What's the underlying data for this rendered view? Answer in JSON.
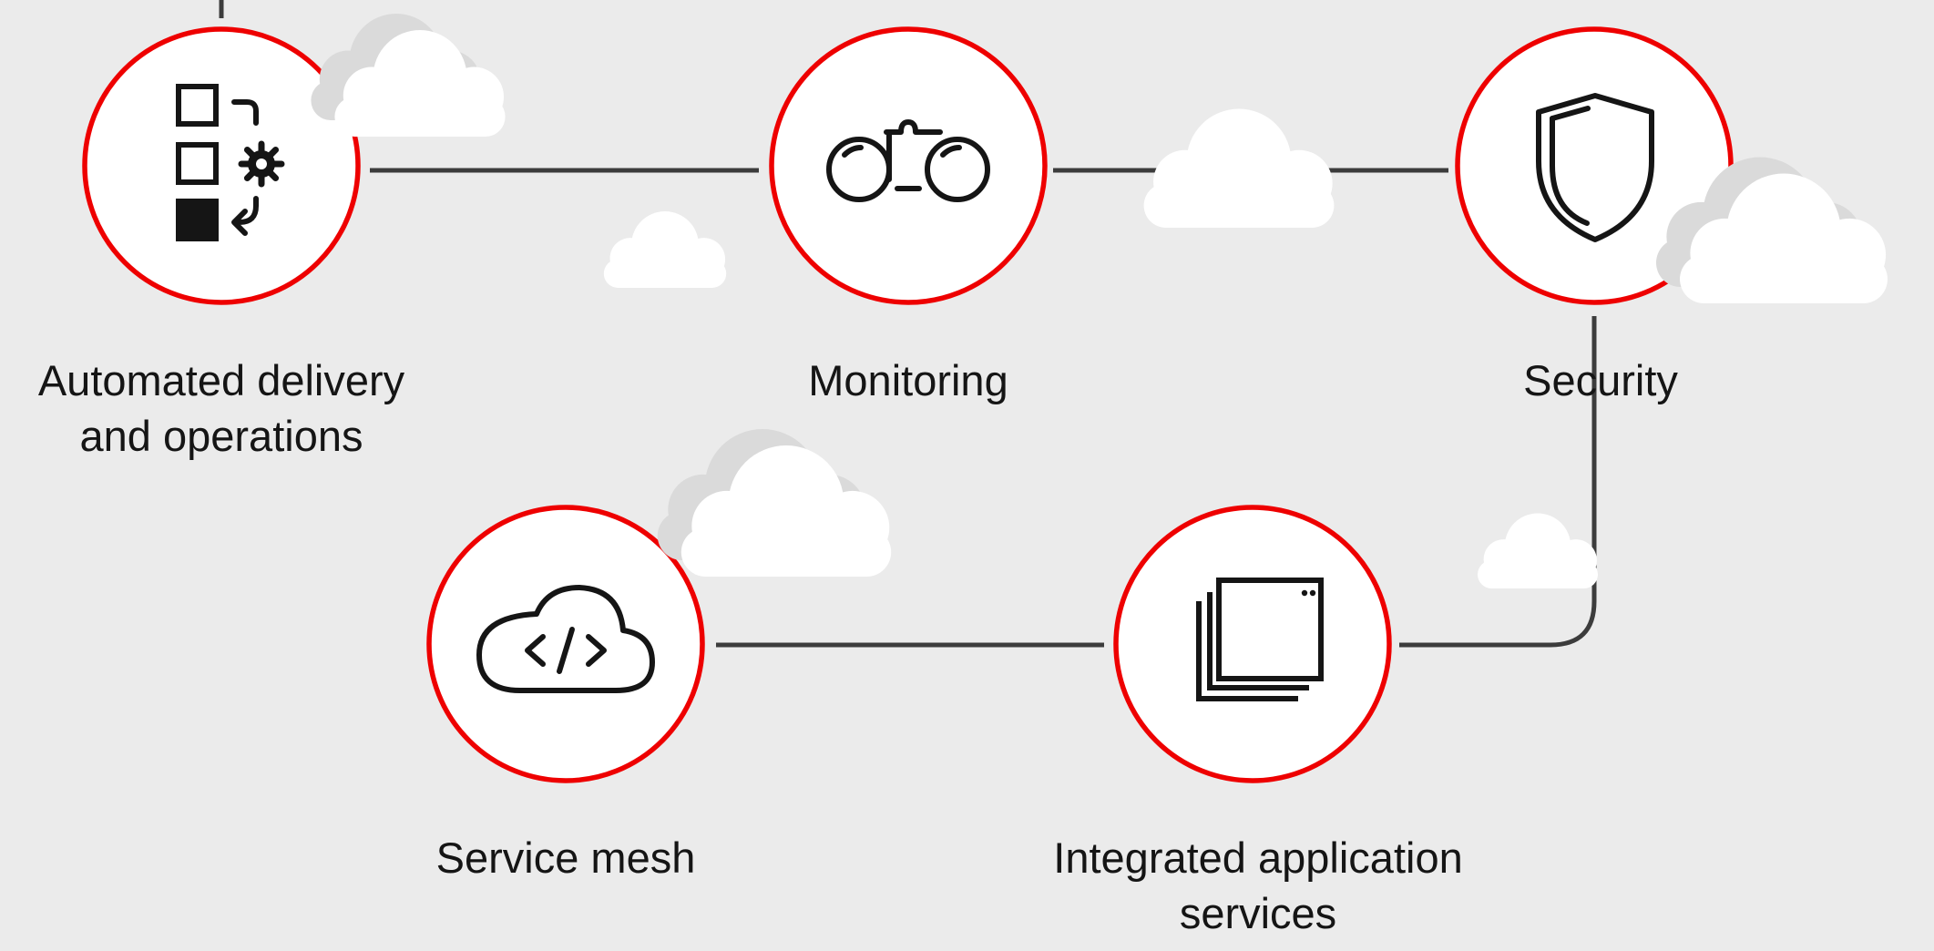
{
  "nodes": [
    {
      "id": "automation",
      "icon": "automation-checklist-icon",
      "label_lines": [
        "Automated delivery",
        "and operations"
      ]
    },
    {
      "id": "monitoring",
      "icon": "binoculars-icon",
      "label_lines": [
        "Monitoring"
      ]
    },
    {
      "id": "security",
      "icon": "shield-icon",
      "label_lines": [
        "Security"
      ]
    },
    {
      "id": "service-mesh",
      "icon": "cloud-code-icon",
      "label_lines": [
        "Service mesh"
      ]
    },
    {
      "id": "integration",
      "icon": "stacked-windows-icon",
      "label_lines": [
        "Integrated application",
        "services"
      ]
    }
  ],
  "colors": {
    "background": "#ebebeb",
    "node_ring": "#ee0000",
    "node_fill": "#ffffff",
    "connector": "#3c3c3c",
    "icon": "#151515",
    "cloud": "#ffffff",
    "cloud_shadow": "#dadada",
    "text": "#151515"
  }
}
